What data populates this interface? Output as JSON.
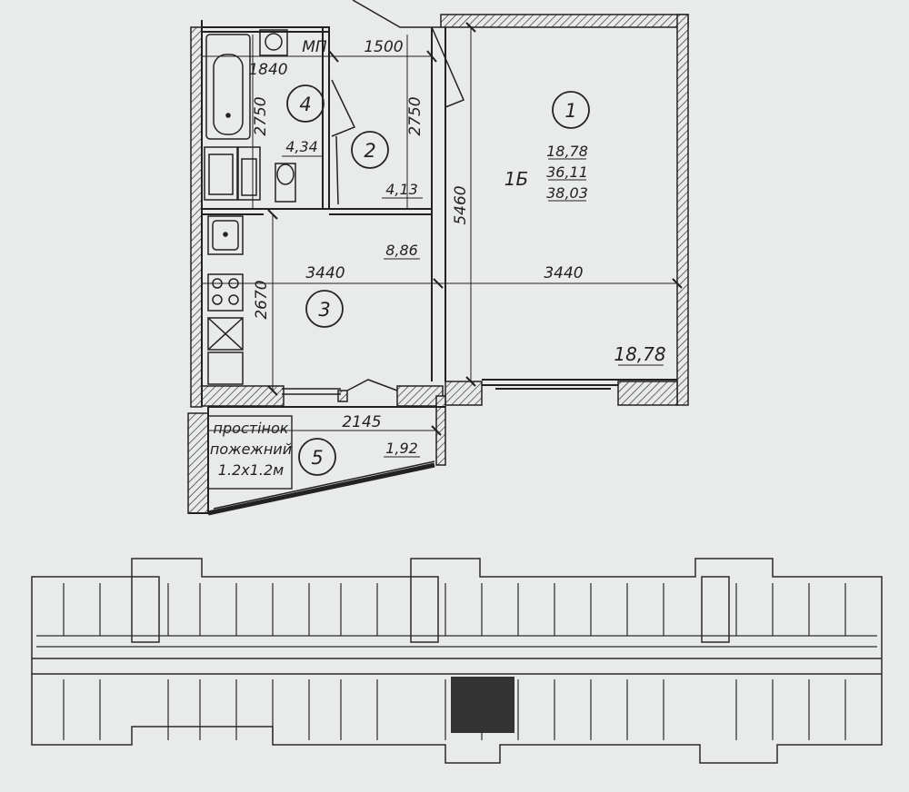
{
  "plan": {
    "apartment_type": "1Б",
    "areas": {
      "living": "18,78",
      "total": "36,11",
      "total_with_balcony": "38,03"
    },
    "rooms": [
      {
        "number": "1",
        "area": "18,78"
      },
      {
        "number": "2",
        "area": "4,13"
      },
      {
        "number": "3",
        "area": "8,86"
      },
      {
        "number": "4",
        "area": "4,34"
      },
      {
        "number": "5",
        "area": "1,92"
      }
    ],
    "dimensions": {
      "bath_width": "1840",
      "hall_width": "1500",
      "bath_depth": "2750",
      "hall_depth": "2750",
      "room_depth": "5460",
      "kitchen_width": "3440",
      "room_width": "3440",
      "kitchen_depth": "2670",
      "balcony_width": "2145"
    },
    "mp_label": "МП",
    "fire_wall_label_1": "простінок",
    "fire_wall_label_2": "пожежний",
    "fire_wall_size": "1.2x1.2м"
  },
  "colors": {
    "paper": "#e9eaea",
    "ink": "#222222",
    "highlight": "#333333"
  }
}
